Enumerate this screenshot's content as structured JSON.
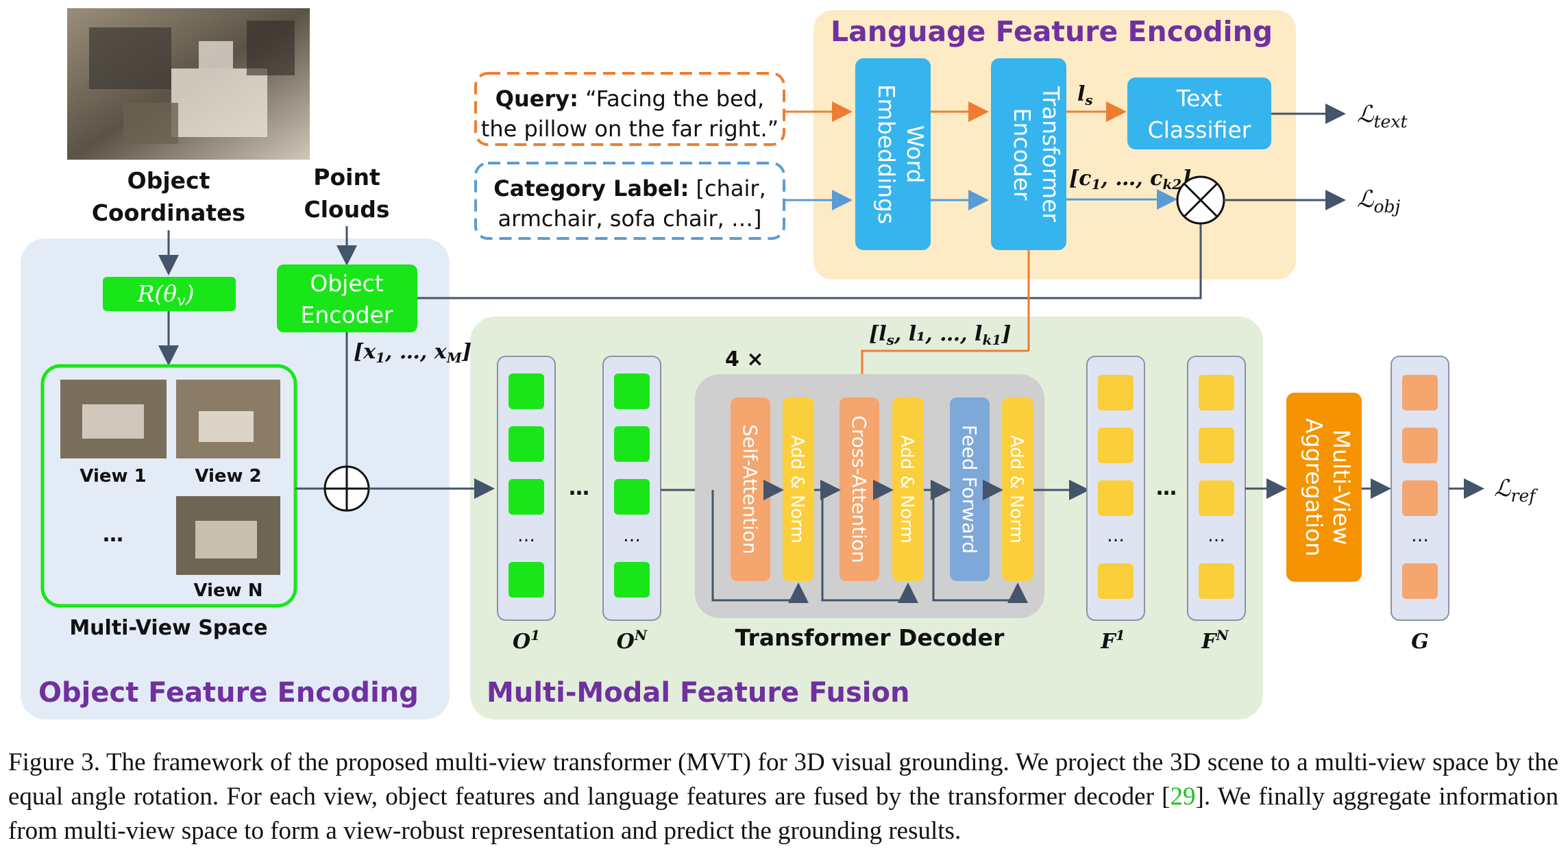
{
  "colors": {
    "green_box": "#19e619",
    "blue_box": "#36b4ee",
    "orange_box": "#f5a56e",
    "yellow_box": "#fbcf3c",
    "agg_box": "#f59300",
    "ff_box": "#7ea8d8",
    "lang_panel": "#fdebc6",
    "obj_panel": "#e3ecf6",
    "fusion_panel": "#e2eed9",
    "title_purple": "#7030a0",
    "query_border": "#ed7d31",
    "label_border": "#5b9bd5"
  },
  "panels": {
    "language": "Language Feature Encoding",
    "object": "Object Feature Encoding",
    "fusion": "Multi-Modal Feature Fusion"
  },
  "inputs": {
    "object_coords": [
      "Object",
      "Coordinates"
    ],
    "point_clouds": [
      "Point",
      "Clouds"
    ],
    "query_bold": "Query:",
    "query_text1": "“Facing the bed,",
    "query_text2": "the pillow on the far right.”",
    "label_bold": "Category Label:",
    "label_text1": "[chair,",
    "label_text2": "armchair, sofa chair, …]"
  },
  "blocks": {
    "rotation": "R(θ_v)",
    "object_encoder": [
      "Object",
      "Encoder"
    ],
    "word_embeddings": [
      "Word",
      "Embeddings"
    ],
    "transformer_encoder": [
      "Transformer",
      "Encoder"
    ],
    "text_classifier": [
      "Text",
      "Classifier"
    ],
    "self_attention": "Self-Attention",
    "add_norm": "Add & Norm",
    "cross_attention": "Cross-Attention",
    "feed_forward": "Feed Forward",
    "multiview_agg": [
      "Multi-View",
      "Aggregation"
    ]
  },
  "views": {
    "v1": "View 1",
    "v2": "View 2",
    "vn": "View N",
    "ellipsis": "…",
    "space_label": "Multi-View Space"
  },
  "math": {
    "ls": "l",
    "ls_sub": "s",
    "c_seq": "[c₁, …, c",
    "c_sub": "k2",
    "x_seq": "[x₁, …, x",
    "x_sub": "M",
    "l_seq": "[l",
    "l_mid": ", l₁, …, l",
    "l_sub1": "s",
    "l_sub2": "k1",
    "repeat": "4 ×",
    "O1": "O",
    "O1_sup": "1",
    "ON": "O",
    "ON_sup": "N",
    "F1": "F",
    "F1_sup": "1",
    "FN": "F",
    "FN_sup": "N",
    "G": "G",
    "L": "ℒ",
    "L_text": "text",
    "L_obj": "obj",
    "L_ref": "ref",
    "dots": "…",
    "dots_h": "…"
  },
  "decoder_label": "Transformer Decoder",
  "caption": {
    "part1": "Figure 3. The framework of the proposed multi-view transformer (MVT) for 3D visual grounding. We project the 3D scene to a multi-view space by the equal angle rotation. For each view, object features and language features are fused by the transformer decoder [",
    "ref": "29",
    "part2": "]. We finally aggregate information from multi-view space to form a view-robust representation and predict the grounding results."
  }
}
